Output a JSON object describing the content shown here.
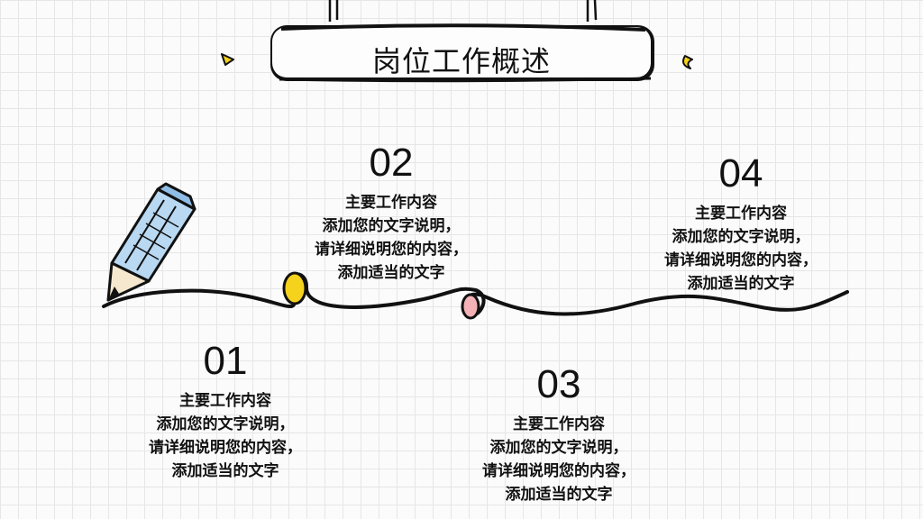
{
  "title": "岗位工作概述",
  "steps": [
    {
      "number": "01",
      "heading": "主要工作内容",
      "lines": "添加您的文字说明，\n请详细说明您的内容，\n添加适当的文字"
    },
    {
      "number": "02",
      "heading": "主要工作内容",
      "lines": "添加您的文字说明，\n请详细说明您的内容，\n添加适当的文字"
    },
    {
      "number": "03",
      "heading": "主要工作内容",
      "lines": "添加您的文字说明，\n请详细说明您的内容，\n添加适当的文字"
    },
    {
      "number": "04",
      "heading": "主要工作内容",
      "lines": "添加您的文字说明，\n请详细说明您的内容，\n添加适当的文字"
    }
  ],
  "colors": {
    "ink": "#111111",
    "pencil_blue": "#b9d8f2",
    "accent_yellow": "#f5d21c",
    "accent_pink": "#f4b2b6",
    "grid": "#e6e6e6"
  },
  "icons": [
    "pencil-icon",
    "triangle-doodle-icon",
    "crescent-doodle-icon"
  ]
}
